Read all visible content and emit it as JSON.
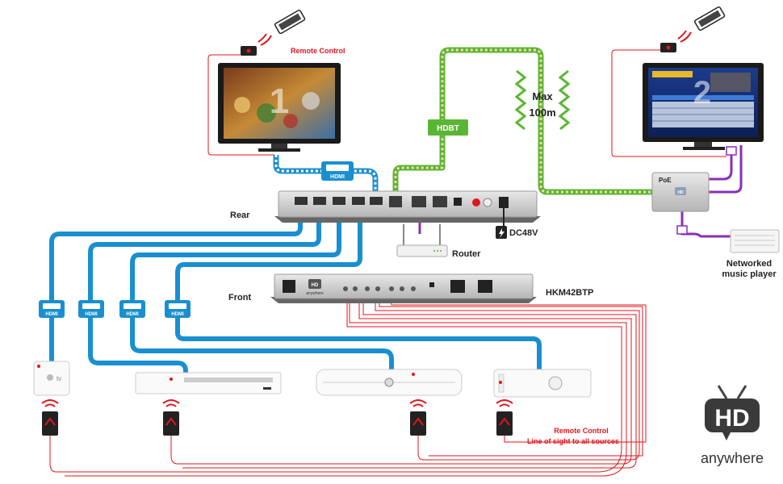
{
  "labels": {
    "remote_control_top": "Remote Control",
    "hdmi": "HDMI",
    "hdbt": "HDBT",
    "max": "Max",
    "distance": "100m",
    "rear": "Rear",
    "front": "Front",
    "router": "Router",
    "power": "DC48V",
    "model": "HKM42BTP",
    "music_player_line1": "Networked",
    "music_player_line2": "music player",
    "remote_control_bottom_line1": "Remote Control",
    "remote_control_bottom_line2": "Line of sight to all sources",
    "screen_number_1": "1",
    "screen_number_2": "2",
    "poe": "PoE",
    "appletv": "tv",
    "hd_small": "HD",
    "anywhere_small": "anywhere"
  },
  "logo": {
    "hd": "HD",
    "anywhere": "anywhere"
  },
  "colors": {
    "hdmi_blue": "#1a8fd0",
    "ir_red": "#e0161b",
    "hdbt_green": "#5bb534",
    "cat_purple": "#8a2fb5"
  }
}
